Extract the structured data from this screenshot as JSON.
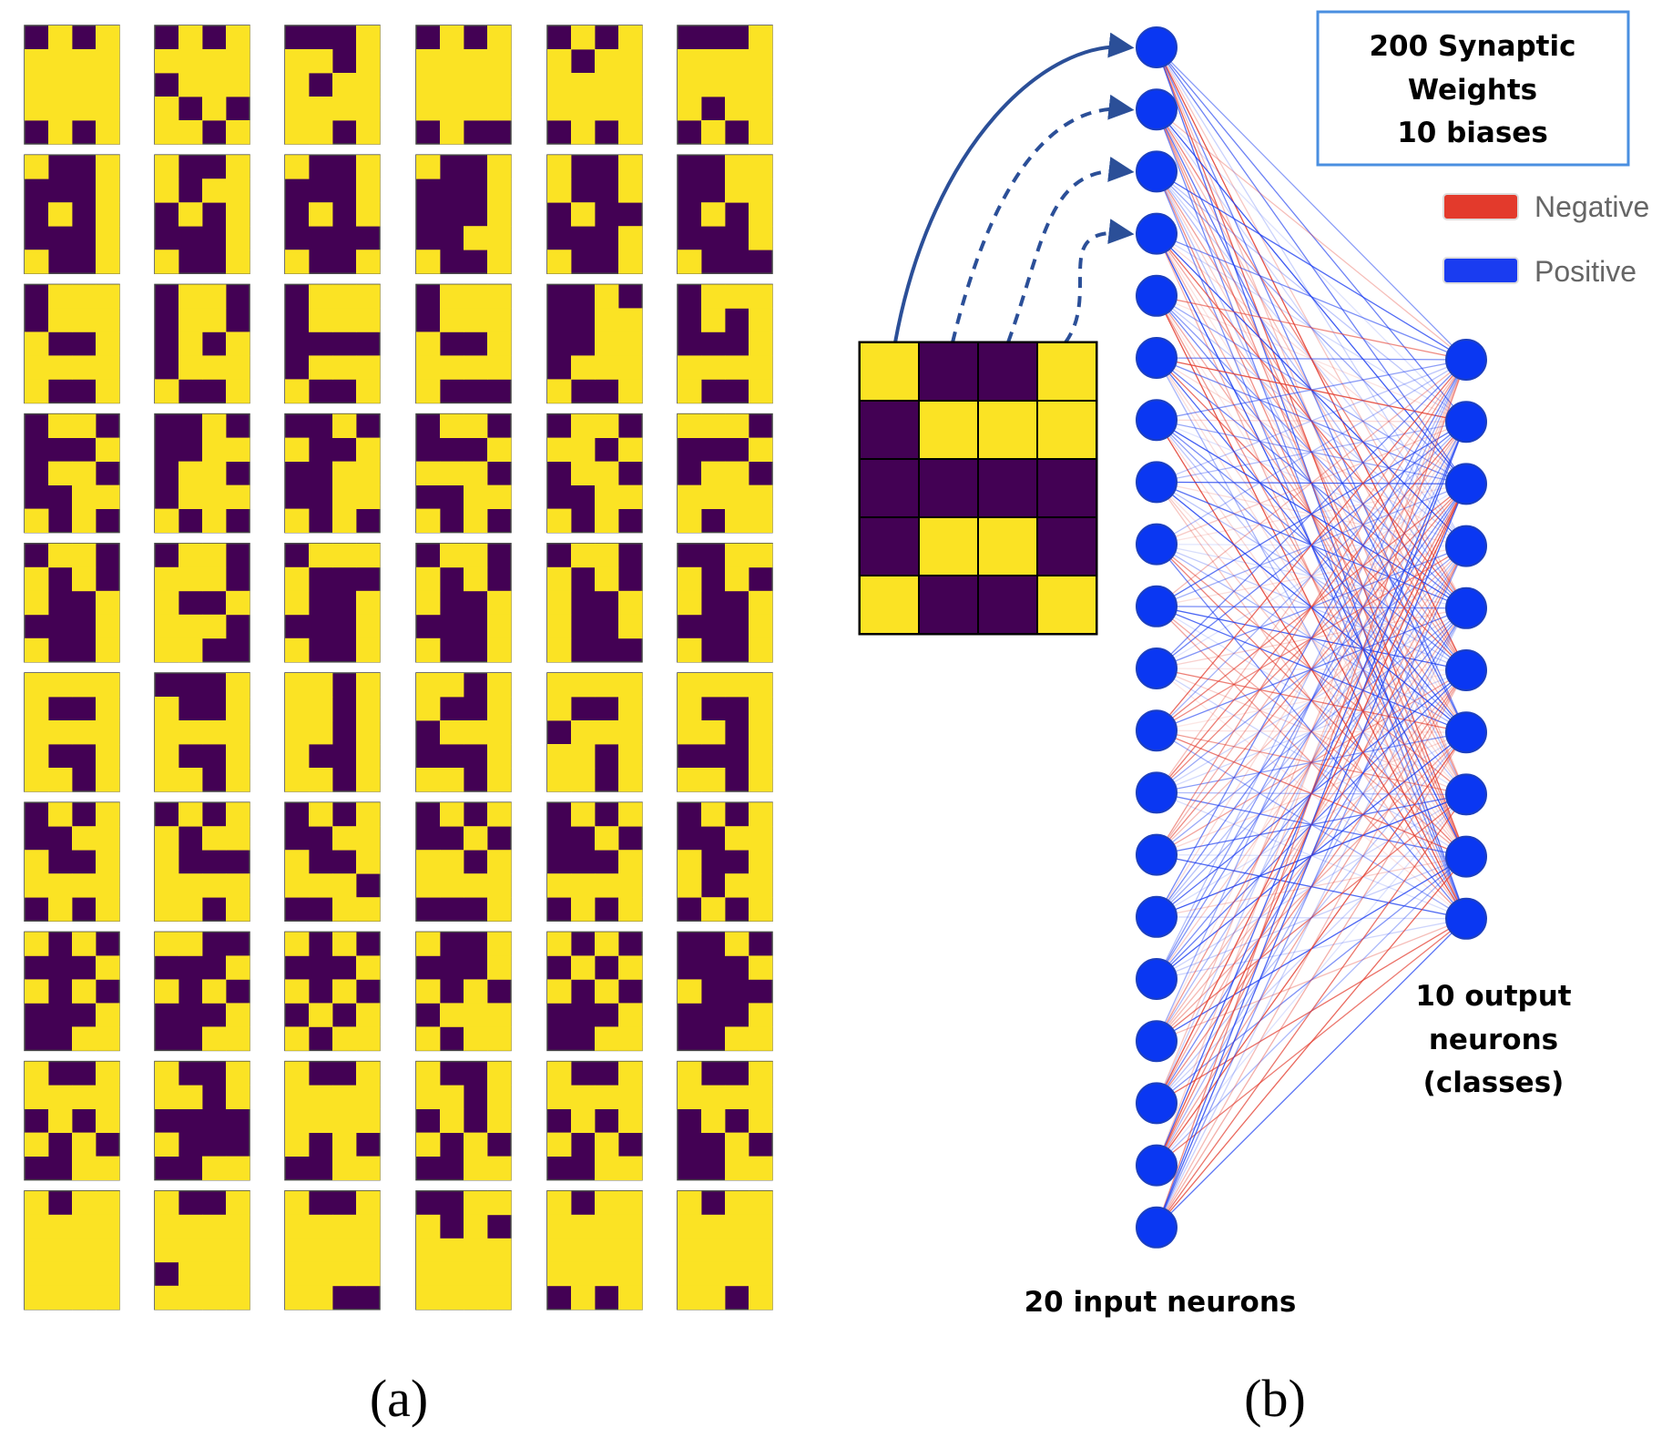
{
  "colors": {
    "on": "#fbe324",
    "off": "#430154",
    "neuron": "#0a37f2",
    "neuron_stroke": "#1c3fbf",
    "positive": "#1a3cf0",
    "negative": "#e33a2c",
    "arrow": "#2b4f98",
    "box_border": "#4a8fe0"
  },
  "panel_a": {
    "label": "(a)",
    "digit_patterns": [
      [
        "0101",
        "1111",
        "1111",
        "1111",
        "0101"
      ],
      [
        "1001",
        "0001",
        "0101",
        "0001",
        "1001"
      ],
      [
        "0111",
        "0111",
        "1001",
        "1111",
        "1001"
      ],
      [
        "0110",
        "0001",
        "0110",
        "0011",
        "1010"
      ],
      [
        "0110",
        "1010",
        "1001",
        "0001",
        "1001"
      ],
      [
        "1111",
        "1001",
        "1111",
        "1001",
        "1101"
      ],
      [
        "0101",
        "0011",
        "1001",
        "1111",
        "0101"
      ],
      [
        "1010",
        "0001",
        "1010",
        "0001",
        "0011"
      ],
      [
        "1001",
        "1111",
        "0101",
        "1010",
        "0011"
      ],
      [
        "1011",
        "1111",
        "1111",
        "1111",
        "1111"
      ]
    ]
  },
  "panel_b": {
    "label": "(b)",
    "info_box": {
      "line1": "200   Synaptic",
      "line2": "Weights",
      "line3": "10 biases"
    },
    "legend": {
      "negative": "Negative",
      "positive": "Positive"
    },
    "input_label": "20 input neurons",
    "output_label_lines": [
      "10  output",
      "neurons",
      "(classes)"
    ],
    "input_neuron_count": 20,
    "output_neuron_count": 10,
    "example_input": [
      "1001",
      "0111",
      "0000",
      "0110",
      "1001"
    ]
  }
}
